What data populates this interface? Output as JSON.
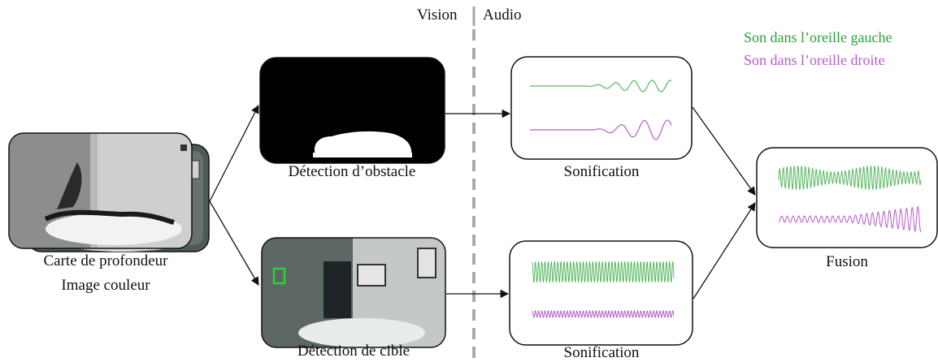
{
  "header": {
    "vision_label": "Vision",
    "audio_label": "Audio"
  },
  "legend": {
    "left_ear": "Son dans l’oreille gauche",
    "right_ear": "Son dans l’oreille droite",
    "left_color": "#2e9e3a",
    "right_color": "#b45cc8"
  },
  "input": {
    "depth_label": "Carte de profondeur",
    "color_label": "Image couleur"
  },
  "obstacle": {
    "label": "Détection d’obstacle"
  },
  "target": {
    "label": "Détection de cible"
  },
  "sonification_top": {
    "label": "Sonification"
  },
  "sonification_bottom": {
    "label": "Sonification"
  },
  "fusion": {
    "label": "Fusion"
  },
  "colors": {
    "green": "#57b760",
    "purple": "#b45cc8",
    "divider": "#aaaaaa"
  }
}
